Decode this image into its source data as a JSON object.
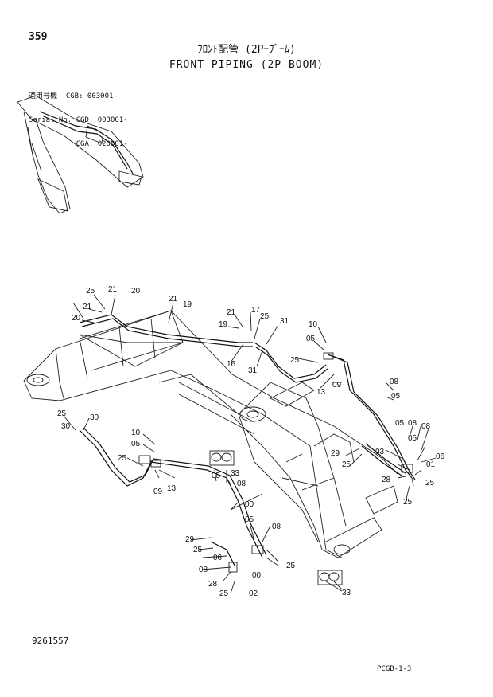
{
  "header": {
    "page_number": "359",
    "title_jp": "ﾌﾛﾝﾄ配管 (2Pｰﾌﾞｰﾑ)",
    "title_en": "FRONT PIPING (2P-BOOM)"
  },
  "serial": {
    "line1": "適用号機  CGB: 003001-",
    "line2": "Serial No. CGD: 003001-",
    "line3": "           CGA: 020001-"
  },
  "callouts": [
    "25",
    "21",
    "20",
    "21",
    "20",
    "21",
    "19",
    "21",
    "19",
    "17",
    "25",
    "16",
    "31",
    "31",
    "10",
    "05",
    "25",
    "09",
    "13",
    "08",
    "05",
    "25",
    "30",
    "30",
    "10",
    "05",
    "25",
    "09",
    "13",
    "05",
    "08",
    "33",
    "00",
    "05",
    "08",
    "29",
    "25",
    "06",
    "08",
    "28",
    "25",
    "00",
    "02",
    "25",
    "29",
    "25",
    "03",
    "05",
    "08",
    "05",
    "08",
    "06",
    "01",
    "25",
    "28",
    "25",
    "33"
  ],
  "footer": {
    "drawing_code": "9261557",
    "page_code": "PCGB-1-3"
  }
}
